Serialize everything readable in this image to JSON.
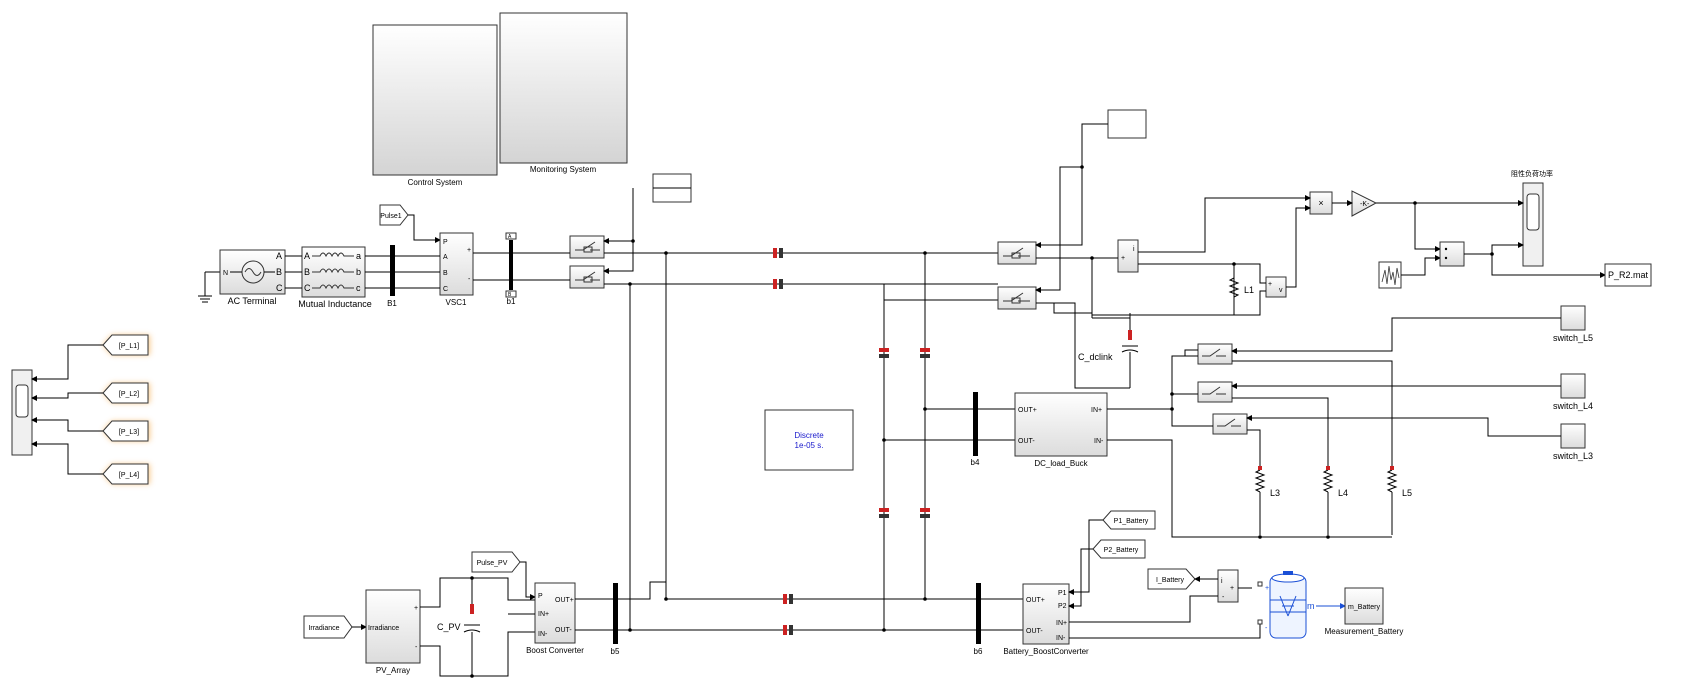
{
  "subsystems": {
    "control_system": "Control System",
    "monitoring_system": "Monitoring System"
  },
  "blocks": {
    "ac_terminal": "AC Terminal",
    "mutual_inductance": "Mutual Inductance",
    "b1": "B1",
    "vsc1": "VSC1",
    "b1_lower": "b1",
    "pulse1": "Pulse1",
    "pv_array": "PV_Array",
    "irradiance_tag": "Irradiance",
    "irradiance_port": "Irradiance",
    "c_pv": "C_PV",
    "pulse_pv": "Pulse_PV",
    "boost_converter": "Boost Converter",
    "b5": "b5",
    "b4": "b4",
    "b6": "b6",
    "dc_load_buck": "DC_load_Buck",
    "battery_boost": "Battery_BoostConverter",
    "c_dclink": "C_dclink",
    "l1": "L1",
    "l3": "L3",
    "l4": "L4",
    "l5": "L5",
    "switch_l3": "switch_L3",
    "switch_l4": "switch_L4",
    "switch_l5": "switch_L5",
    "p1_battery": "P1_Battery",
    "p2_battery": "P2_Battery",
    "i_battery": "I_Battery",
    "m_battery": "m_Battery",
    "measurement_battery": "Measurement_Battery",
    "p_r2_mat": "P_R2.mat",
    "resistive_power_label": "阻性负荷功率",
    "gain": "-K-",
    "product": "×",
    "discrete_line1": "Discrete",
    "discrete_line2": "1e-05 s."
  },
  "goto_tags": [
    "[P_L1]",
    "[P_L2]",
    "[P_L3]",
    "[P_L4]"
  ],
  "ports": {
    "ac_n": "N",
    "abc": [
      "A",
      "B",
      "C"
    ],
    "abc_lower": [
      "a",
      "b",
      "c"
    ],
    "vsc_p": "P",
    "vsc_plus": "+",
    "vsc_minus": "-",
    "boost_p": "P",
    "boost_in_plus": "IN+",
    "boost_in_minus": "IN-",
    "boost_out_plus": "OUT+",
    "boost_out_minus": "OUT-",
    "dc_out_plus": "OUT+",
    "dc_out_minus": "OUT-",
    "dc_in_plus": "IN+",
    "dc_in_minus": "IN-",
    "bat_p1": "P1",
    "bat_p2": "P2",
    "bat_in_plus": "IN+",
    "bat_in_minus": "IN-",
    "bat_out_plus": "OUT+",
    "bat_out_minus": "OUT-",
    "bus_a": "A",
    "bus_b": "B",
    "m_port": "m",
    "v_port": "v",
    "i_port": "i",
    "plus": "+",
    "minus": "-"
  },
  "colors": {
    "goto_glow": "#f4a742",
    "discrete_text": "#1a1acc",
    "battery_blue": "#1a4fd6",
    "capacitor_red": "#cc2222",
    "scope_gray": "#dcdcdc"
  }
}
